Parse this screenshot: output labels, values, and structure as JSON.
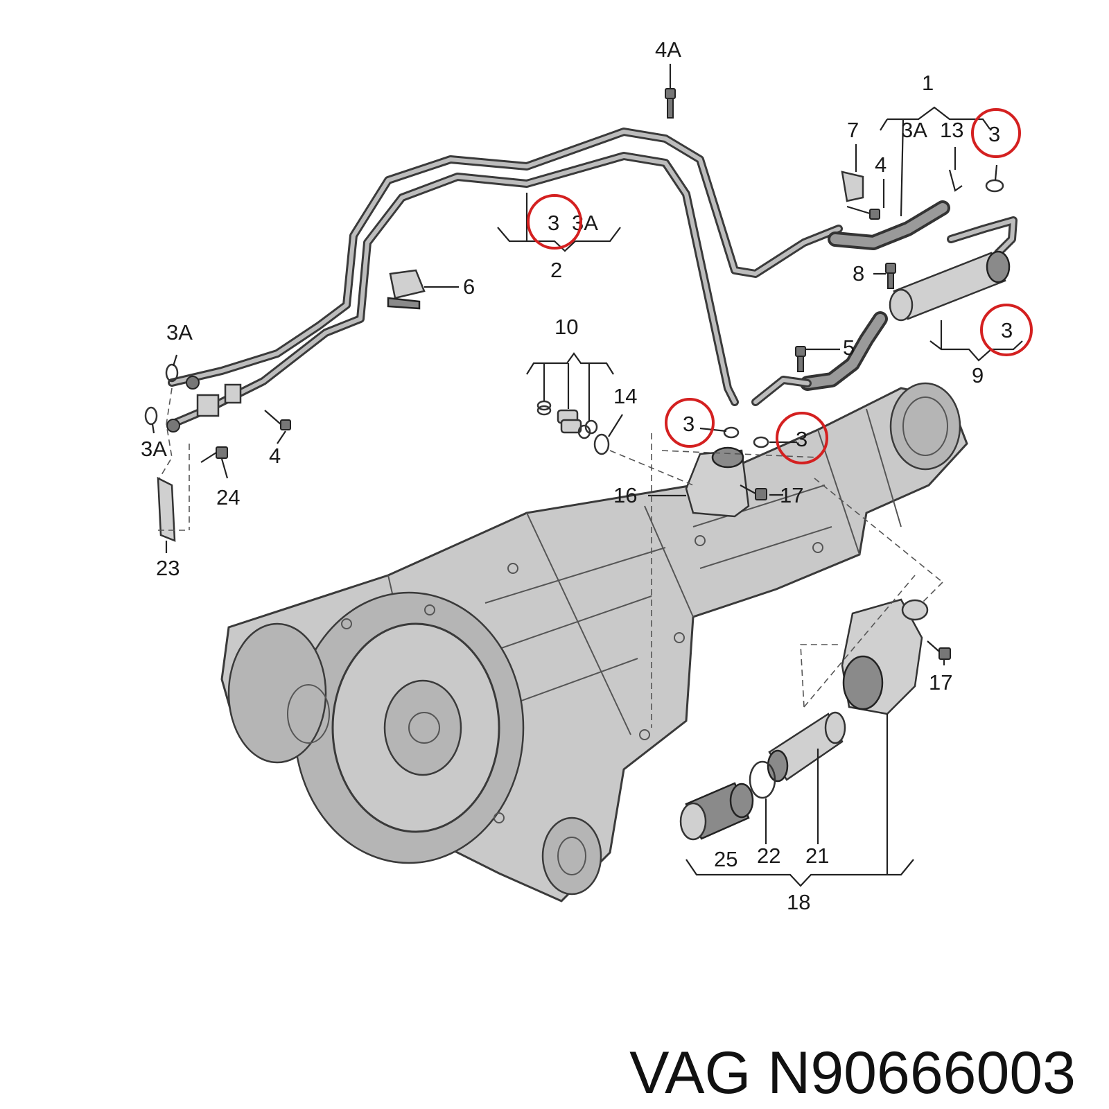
{
  "caption": {
    "brand": "VAG",
    "part_number": "N90666003"
  },
  "labels": {
    "p1": "1",
    "p2": "2",
    "p3": "3",
    "p3a": "3A",
    "p4": "4",
    "p4a": "4A",
    "p5": "5",
    "p6": "6",
    "p7": "7",
    "p8": "8",
    "p9": "9",
    "p10": "10",
    "p13": "13",
    "p14": "14",
    "p16": "16",
    "p17": "17",
    "p18": "18",
    "p21": "21",
    "p22": "22",
    "p23": "23",
    "p24": "24",
    "p25": "25"
  },
  "highlight": {
    "part_number_circled": "3",
    "color": "#d42020",
    "count": 5
  }
}
